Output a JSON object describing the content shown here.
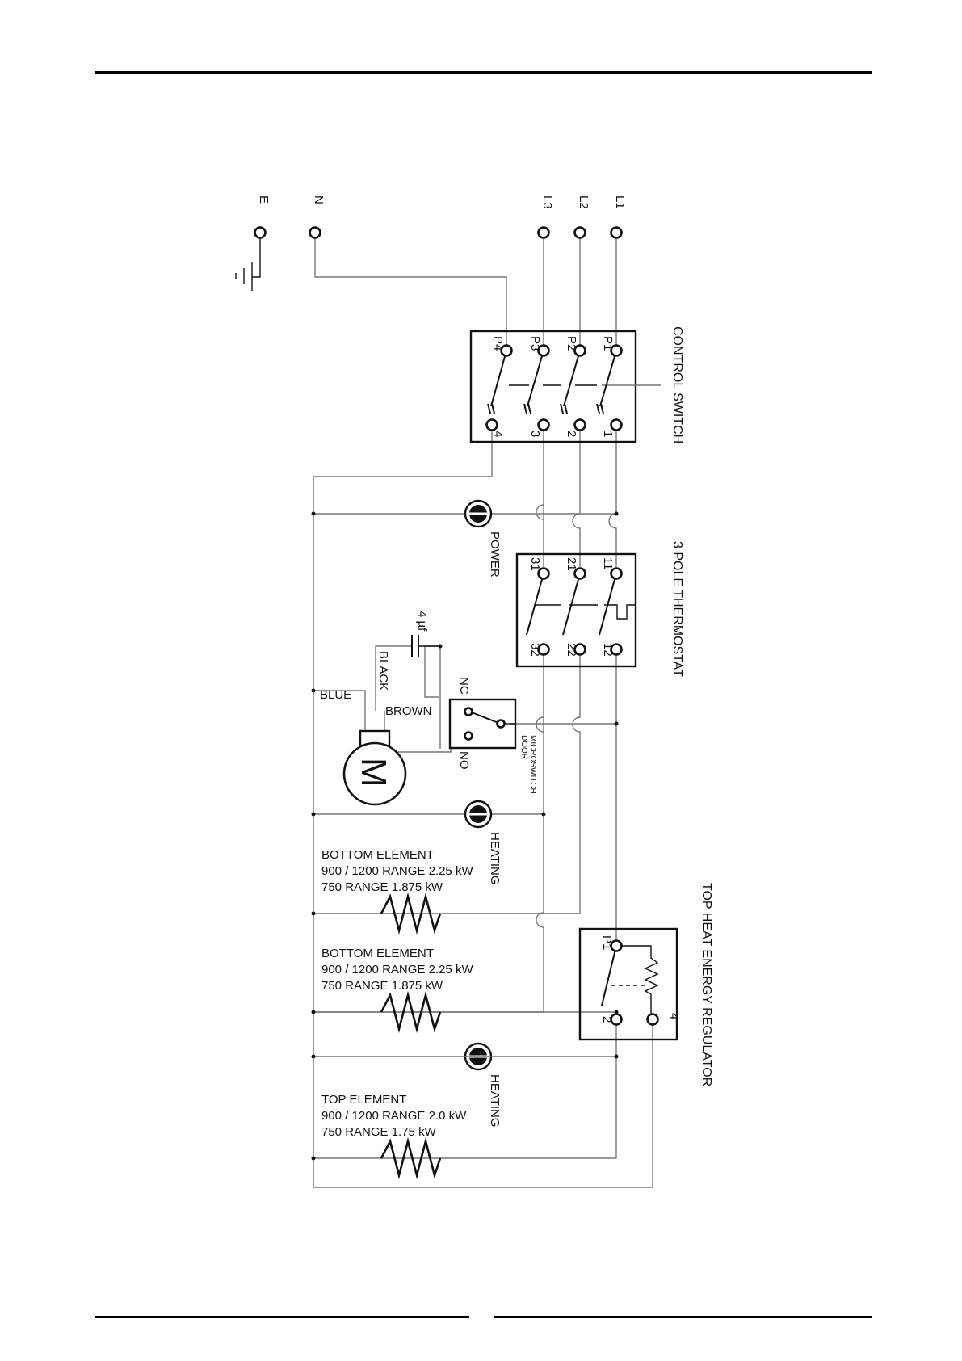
{
  "supply": {
    "e": "E",
    "n": "N",
    "l3": "L3",
    "l2": "L2",
    "l1": "L1"
  },
  "control_switch": {
    "title": "CONTROL SWITCH",
    "top_terms": [
      "P4",
      "P3",
      "P2",
      "P1"
    ],
    "bottom_terms": [
      "4",
      "3",
      "2",
      "1"
    ]
  },
  "thermostat": {
    "title": "3 POLE THERMOSTAT",
    "top_terms": [
      "31",
      "21",
      "11"
    ],
    "bottom_terms": [
      "32",
      "22",
      "12"
    ]
  },
  "lamps": {
    "power": "POWER",
    "heating_1": "HEATING",
    "heating_2": "HEATING"
  },
  "motor": {
    "capacitor": "4 µf",
    "black": "BLACK",
    "brown": "BROWN",
    "blue": "BLUE",
    "symbol": "M"
  },
  "door_switch": {
    "nc": "NC",
    "no": "NO",
    "title_line1": "DOOR",
    "title_line2": "MICROSWITCH"
  },
  "elements": [
    {
      "line1": "BOTTOM ELEMENT",
      "line2": "900 / 1200 RANGE 2.25 kW",
      "line3": "750 RANGE 1.875 kW"
    },
    {
      "line1": "BOTTOM ELEMENT",
      "line2": "900 / 1200 RANGE 2.25 kW",
      "line3": "750 RANGE 1.875 kW"
    },
    {
      "line1": "TOP ELEMENT",
      "line2": "900 / 1200 RANGE 2.0 kW",
      "line3": "750 RANGE 1.75 kW"
    }
  ],
  "regulator": {
    "title": "TOP HEAT ENERGY REGULATOR",
    "t_p1": "P1",
    "t_2": "2",
    "t_4": "4"
  }
}
